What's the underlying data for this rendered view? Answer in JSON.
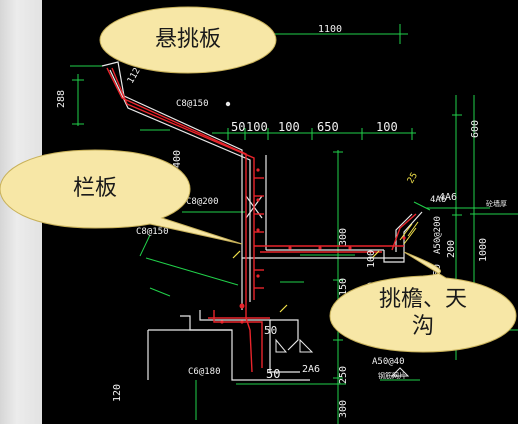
{
  "callouts": {
    "cantilever_slab": "悬挑板",
    "parapet": "栏板",
    "eave_gutter_line1": "挑檐、天",
    "eave_gutter_line2": "沟"
  },
  "drawing": {
    "dim_top": "1100",
    "dim_row": [
      "50",
      "100",
      "100",
      "650",
      "100"
    ],
    "rebar_cantilever": "C8@150",
    "rebar_upper": "C8@200",
    "rebar_parapet": "C8@150",
    "rebar_bottom": "C6@180",
    "rebar_gutter_small": "4A6",
    "rebar_gutter": "4A6",
    "rebar_gutter_side": "A50@200",
    "rebar_gutter_base": "A50@40",
    "angle": "112°",
    "dim_angle_top": "25",
    "dim_288": "288",
    "dim_600": "600",
    "dim_400": "400",
    "dim_300_v": "300",
    "dim_150_v": "150",
    "dim_100_v": "100",
    "dim_150_v2": "150",
    "dim_50_gutter": "50",
    "dim_200": "200",
    "dim_1000": "1000",
    "dim_50_bottom": "50",
    "dim_2a6": "2A6",
    "dim_250": "250",
    "dim_300_bottom": "300",
    "dim_120": "120",
    "dim_50_left": "50",
    "note_gutter": "砼墙厚",
    "note_bottom": "钢筋网片"
  },
  "colors": {
    "background": "#000000",
    "dimension": "#21d04a",
    "structure": "#ffffff",
    "rebar": "#e8242b",
    "text_yellow": "#f2e24b",
    "text_white": "#f2f2f2",
    "text_cyan": "#5fd8e8",
    "bubble_fill": "#f7e7a6"
  }
}
